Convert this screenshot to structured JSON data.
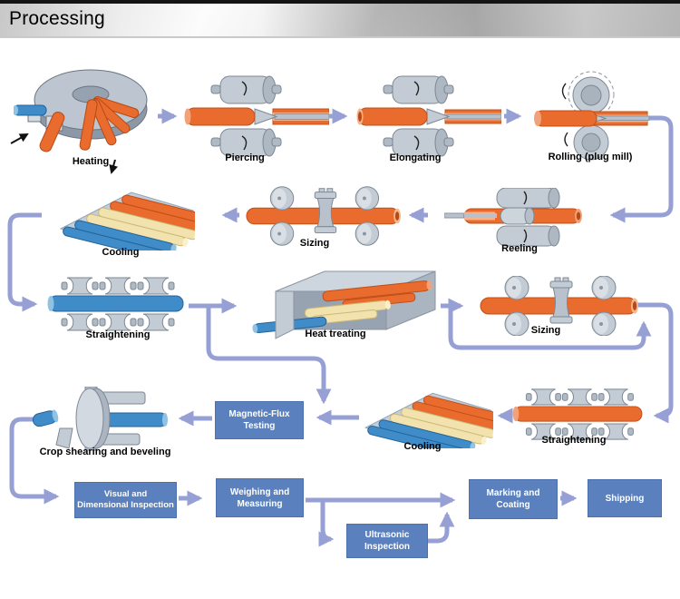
{
  "header": {
    "title": "Processing"
  },
  "palette": {
    "connector": "#97a0d4",
    "box_fill": "#5b80be",
    "box_border": "#4c71ad",
    "box_text": "#ffffff",
    "label_text": "#000000",
    "pipe_orange": "#e96b2d",
    "pipe_blue": "#3f8cc9",
    "pipe_cream": "#f2e3ae",
    "machine_gray": "#c3ccd4",
    "header_text": "#000000"
  },
  "stages": {
    "heating": {
      "label": "Heating"
    },
    "piercing": {
      "label": "Piercing"
    },
    "elongating": {
      "label": "Elongating"
    },
    "rolling": {
      "label": "Rolling (plug mill)"
    },
    "reeling": {
      "label": "Reeling"
    },
    "sizing1": {
      "label": "Sizing"
    },
    "cooling1": {
      "label": "Cooling"
    },
    "straightening1": {
      "label": "Straightening"
    },
    "heat_treating": {
      "label": "Heat treating"
    },
    "sizing2": {
      "label": "Sizing"
    },
    "straightening2": {
      "label": "Straightening"
    },
    "cooling2": {
      "label": "Cooling"
    },
    "crop_shearing": {
      "label": "Crop shearing and beveling"
    }
  },
  "boxes": {
    "magnetic_flux": {
      "lines": [
        "Magnetic-Flux",
        "Testing"
      ]
    },
    "visual": {
      "lines": [
        "Visual and",
        "Dimensional Inspection"
      ]
    },
    "weighing": {
      "lines": [
        "Weighing and",
        "Measuring"
      ]
    },
    "ultrasonic": {
      "lines": [
        "Ultrasonic",
        "Inspection"
      ]
    },
    "marking": {
      "lines": [
        "Marking and",
        "Coating"
      ]
    },
    "shipping": {
      "lines": [
        "Shipping"
      ]
    }
  }
}
